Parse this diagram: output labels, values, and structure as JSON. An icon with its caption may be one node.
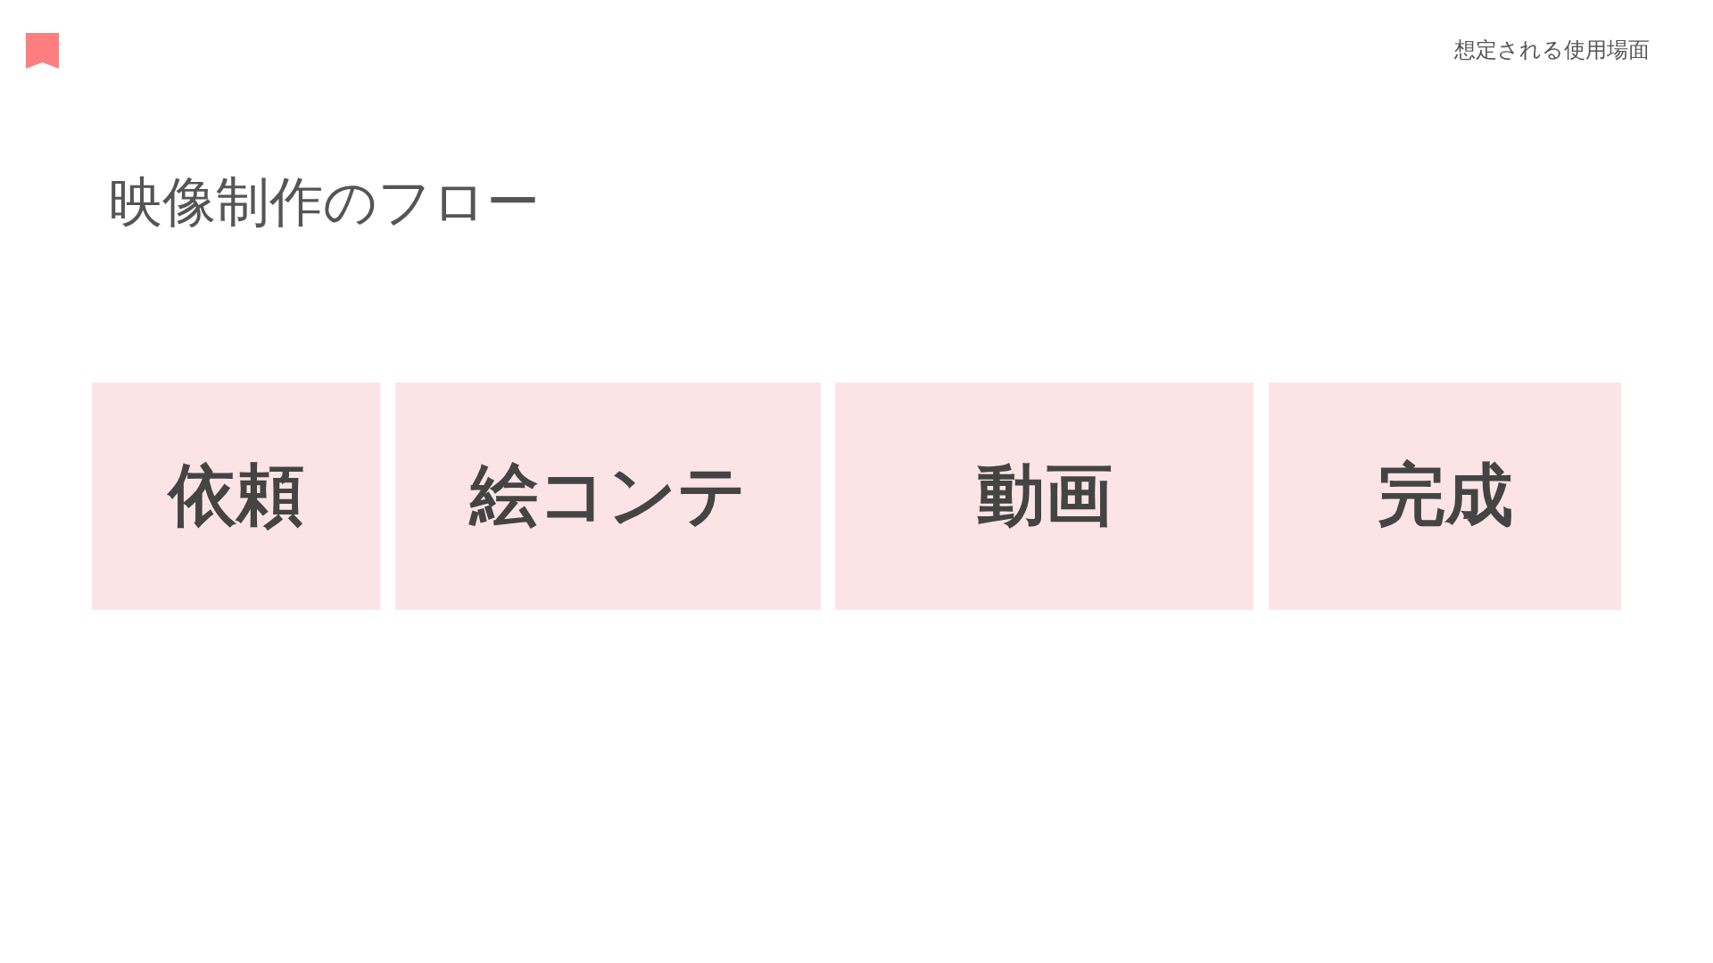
{
  "diagram": {
    "title": "映像制作のフロー",
    "nodes": [
      {
        "text": [
          "依頼"
        ]
      },
      {
        "text": [
          "絵コンテ"
        ]
      },
      {
        "text": [
          "動画"
        ]
      },
      {
        "text": [
          "完成"
        ]
      }
    ],
    "labels": [
      "想定される使用場面"
    ]
  }
}
